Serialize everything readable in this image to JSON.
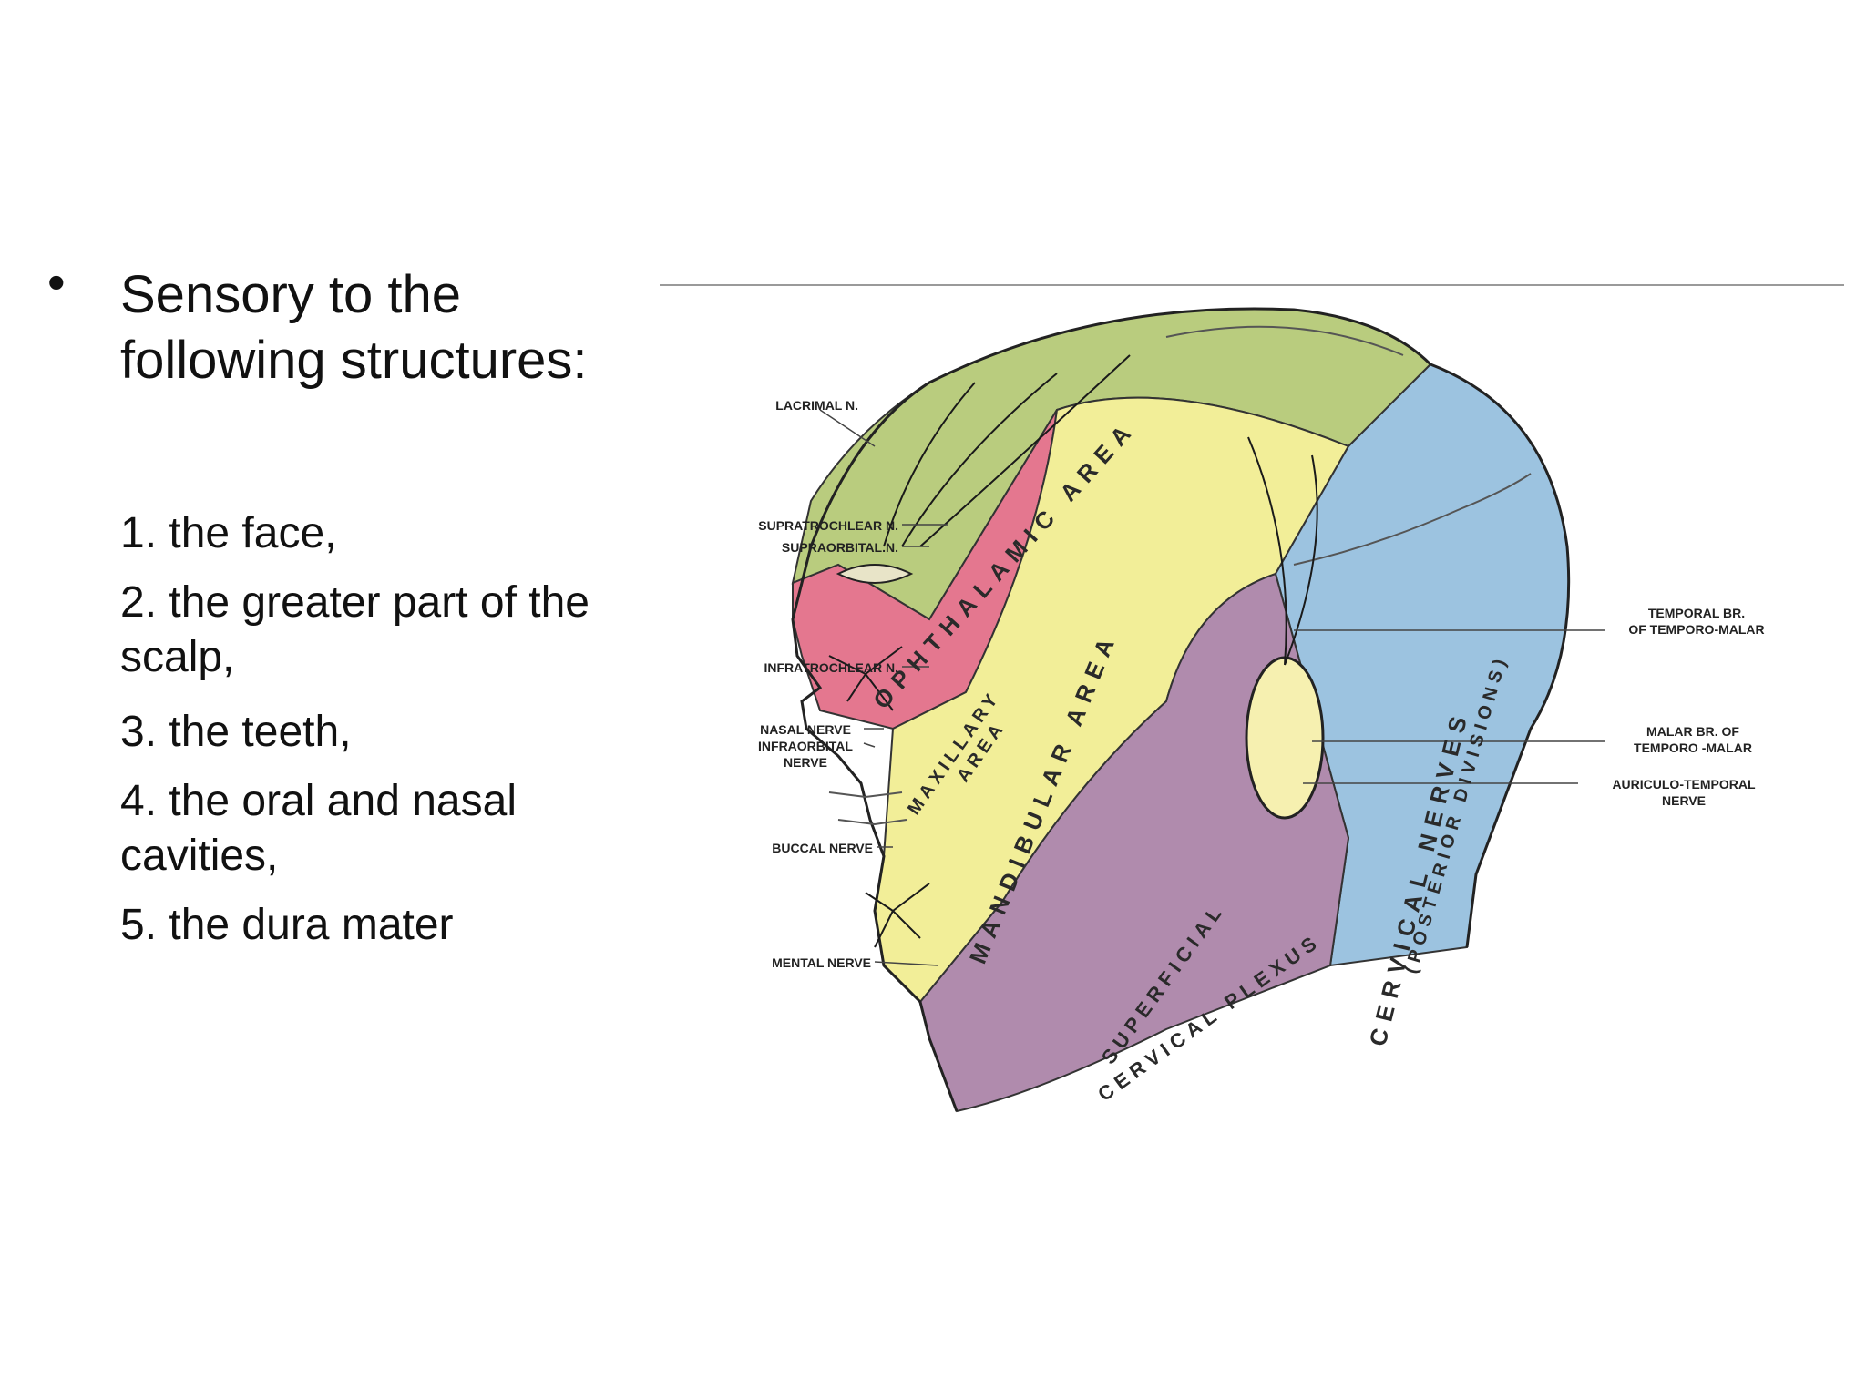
{
  "slide": {
    "bullet_symbol": "•",
    "heading": "Sensory to the\nfollowing structures:",
    "items": [
      "1.  the face,",
      "2.  the greater part of the\nscalp,",
      "3.  the teeth,",
      "4.  the oral and nasal\ncavities,",
      "5.  the dura mater"
    ]
  },
  "figure": {
    "labels": {
      "lacrimal": "LACRIMAL N.",
      "supratrochlear": "SUPRATROCHLEAR N.",
      "supraorbital": "SUPRAORBITAL.N.",
      "infratrochlear": "INFRATROCHLEAR N.",
      "nasal": "NASAL NERVE",
      "infraorbital_1": "INFRAORBITAL",
      "infraorbital_2": "NERVE",
      "buccal": "BUCCAL NERVE",
      "mental": "MENTAL NERVE",
      "temporal_1": "TEMPORAL BR.",
      "temporal_2": "OF TEMPORO-MALAR",
      "malar_1": "MALAR BR. OF",
      "malar_2": "TEMPORO -MALAR",
      "auriculo_1": "AURICULO-TEMPORAL",
      "auriculo_2": "NERVE"
    },
    "areas": {
      "ophthalmic": "OPHTHALAMIC AREA",
      "maxillary_1": "MAXILLARY",
      "maxillary_2": "AREA",
      "mandibular": "MANDIBULAR AREA",
      "cervical_1": "CERVICAL NERVES",
      "cervical_2": "(POSTERIOR DIVISIONS)",
      "superficial_1": "SUPERFICIAL",
      "superficial_2": "CERVICAL PLEXUS"
    },
    "colors": {
      "ophthalmic": "#b9cc7e",
      "maxillary": "#e4778f",
      "mandibular": "#f2ee98",
      "cervical": "#9cc3e0",
      "superficial": "#b08bad"
    }
  }
}
